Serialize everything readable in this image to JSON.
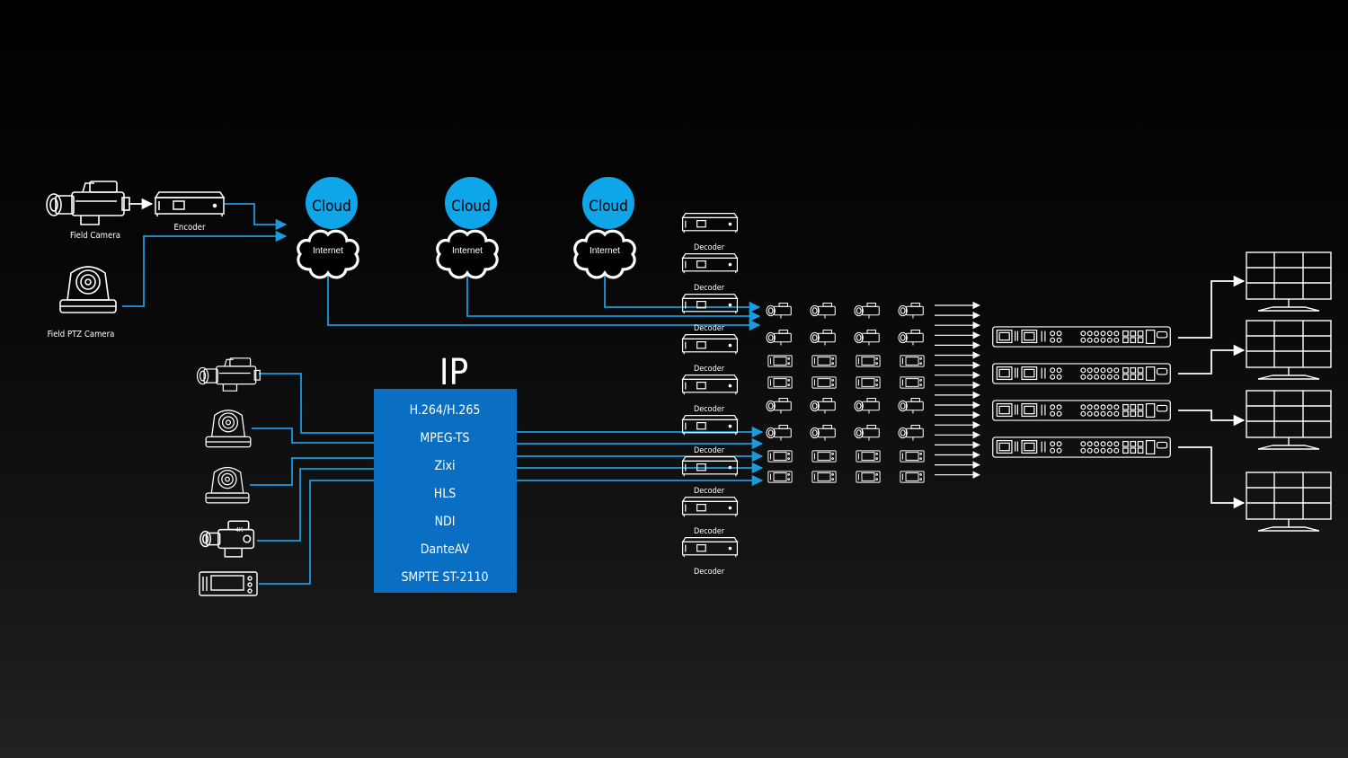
{
  "labels": {
    "field_camera": "Field Camera",
    "encoder": "Encoder",
    "field_ptz_camera": "Field PTZ Camera",
    "ip": "IP",
    "decoder": "Decoder"
  },
  "clouds": [
    {
      "title": "Cloud",
      "subtitle": "Internet"
    },
    {
      "title": "Cloud",
      "subtitle": "Internet"
    },
    {
      "title": "Cloud",
      "subtitle": "Internet"
    }
  ],
  "protocols": [
    "H.264/H.265",
    "MPEG-TS",
    "Zixi",
    "HLS",
    "NDI",
    "DanteAV",
    "SMPTE ST-2110"
  ],
  "colors": {
    "accent_blue": "#1a9be0",
    "cloud_blue": "#0ea5e9",
    "ip_box": "#0a6fc2",
    "line_white": "#ffffff"
  },
  "icons": {
    "field_camera": "broadcast-camera-icon",
    "encoder": "encoder-box-icon",
    "ptz_camera": "ptz-camera-icon",
    "decoder": "decoder-box-icon",
    "router": "rack-router-icon",
    "multiviewer": "multiviewer-monitor-icon"
  },
  "decoder_count": 9,
  "router_count": 4,
  "multiviewer_count": 4
}
